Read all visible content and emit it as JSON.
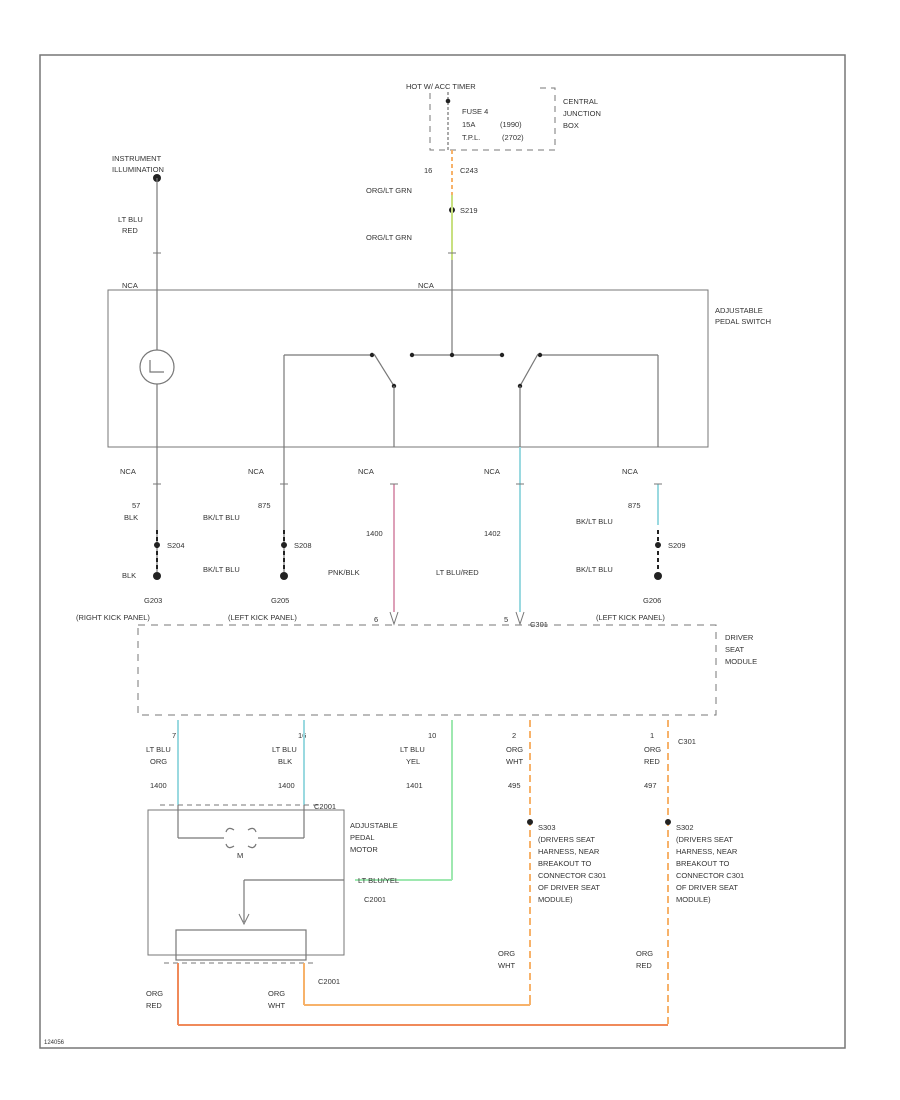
{
  "labels": {
    "hot_relay": "HOT W/ ACC TIMER",
    "fuse": "FUSE 4",
    "fuse_amps": "15A",
    "fuse_code1": "(1990)",
    "fuse_tpl": "T.P.L.",
    "fuse_code2": "(2702)",
    "cjb": [
      "CENTRAL",
      "JUNCTION",
      "BOX"
    ],
    "cjb_pin": "16",
    "cjb_conn": "C243",
    "org_grn_1": "ORG/LT GRN",
    "splice_s219": "S219",
    "org_grn_2": "ORG/LT GRN",
    "nca_top_left": "NCA",
    "nca_top_mid": "NCA",
    "inst_illum": [
      "INSTRUMENT",
      "ILLUMINATION"
    ],
    "lt_blu_red": [
      "LT BLU",
      "RED"
    ],
    "switch_title": [
      "ADJUSTABLE",
      "PEDAL SWITCH"
    ],
    "nca_1": "NCA",
    "nca_2": "NCA",
    "nca_3": "NCA",
    "nca_4": "NCA",
    "nca_5": "NCA",
    "c57": "57",
    "blk": "BLK",
    "c875a": "875",
    "blk_lt_blu_a": "BK/LT BLU",
    "c1400": "1400",
    "c1402": "1402",
    "c875b": "875",
    "blk_lt_blu_b": "BK/LT BLU",
    "s204": "S204",
    "s208": "S208",
    "s209": "S209",
    "blk_2": "BLK",
    "blk_lt_blu_c": "BK/LT BLU",
    "pnk_blk": "PNK/BLK",
    "lt_blu_red_2": "LT BLU/RED",
    "blk_lt_blu_d": "BK/LT BLU",
    "g203": "G203",
    "g205": "G205",
    "g206": "G206",
    "g203_loc": "(RIGHT KICK PANEL)",
    "g205_loc": "(LEFT KICK PANEL)",
    "pin_6": "6",
    "pin_5": "5",
    "c301": "C301",
    "g206_loc": "(LEFT KICK PANEL)",
    "dsm": [
      "DRIVER",
      "SEAT",
      "MODULE"
    ],
    "p7": "7",
    "p16": "16",
    "p10": "10",
    "p2": "2",
    "p1": "1",
    "c301_b": "C301",
    "w1": [
      "LT BLU",
      "ORG",
      "1400"
    ],
    "w2": [
      "LT BLU",
      "BLK",
      "1400"
    ],
    "w3": [
      "LT BLU",
      "YEL",
      "1401"
    ],
    "w4": [
      "ORG",
      "WHT",
      "495"
    ],
    "w5": [
      "ORG",
      "RED",
      "497"
    ],
    "c2001_top": "C2001",
    "motor": [
      "ADJUSTABLE",
      "PEDAL",
      "MOTOR"
    ],
    "motor_m": "M",
    "lt_blu_yel": "LT BLU/YEL",
    "c2001_mid": "C2001",
    "s303": [
      "S303",
      "(DRIVERS SEAT",
      "HARNESS, NEAR",
      "BREAKOUT TO",
      "CONNECTOR C301",
      "OF DRIVER SEAT",
      "MODULE)"
    ],
    "s302": [
      "S302",
      "(DRIVERS SEAT",
      "HARNESS, NEAR",
      "BREAKOUT TO",
      "CONNECTOR C301",
      "OF DRIVER SEAT",
      "MODULE)"
    ],
    "org_wht_bottom": [
      "ORG",
      "WHT"
    ],
    "org_red_bottom": [
      "ORG",
      "RED"
    ],
    "org_red_left": [
      "ORG",
      "RED"
    ],
    "org_wht_left": [
      "ORG",
      "WHT"
    ],
    "c2001_bottom": "C2001",
    "footer_code": "124056"
  },
  "colors": {
    "lt_blu": "#9ad9e0",
    "org_grn": "#c8e080",
    "org": "#f7b26a",
    "org_red": "#f08a5a",
    "pnk_blk": "#dda0b8",
    "lt_blu_yel": "#9ee8b0",
    "blk": "#222222",
    "line": "#777777"
  }
}
